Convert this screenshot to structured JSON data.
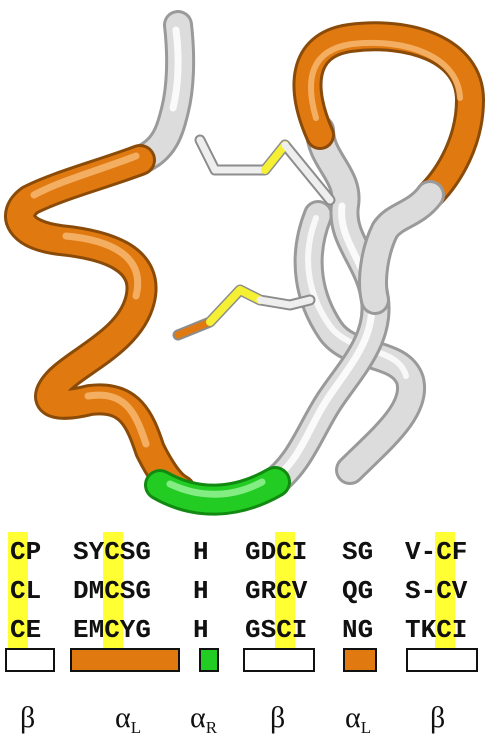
{
  "colors": {
    "orange": "#e07a10",
    "white_tube": "#d8d8d8",
    "green": "#22cc22",
    "sulfur": "#f5f034",
    "highlight": "#ffff33",
    "outline": "#111111"
  },
  "sequences": [
    [
      "CP",
      "SYCSG",
      "H",
      "GDCI",
      "SG",
      "V-CF"
    ],
    [
      "CL",
      "DMCSG",
      "H",
      "GRCV",
      "QG",
      "S-CV"
    ],
    [
      "CE",
      "EMCYG",
      "H",
      "GSCI",
      "NG",
      "TKCI"
    ]
  ],
  "structure": [
    {
      "symbol": "β",
      "sub": "",
      "fill": "#ffffff"
    },
    {
      "symbol": "α",
      "sub": "L",
      "fill": "#e07a10"
    },
    {
      "symbol": "α",
      "sub": "R",
      "fill": "#22cc22"
    },
    {
      "symbol": "β",
      "sub": "",
      "fill": "#ffffff"
    },
    {
      "symbol": "α",
      "sub": "L",
      "fill": "#e07a10"
    },
    {
      "symbol": "β",
      "sub": "",
      "fill": "#ffffff"
    }
  ]
}
